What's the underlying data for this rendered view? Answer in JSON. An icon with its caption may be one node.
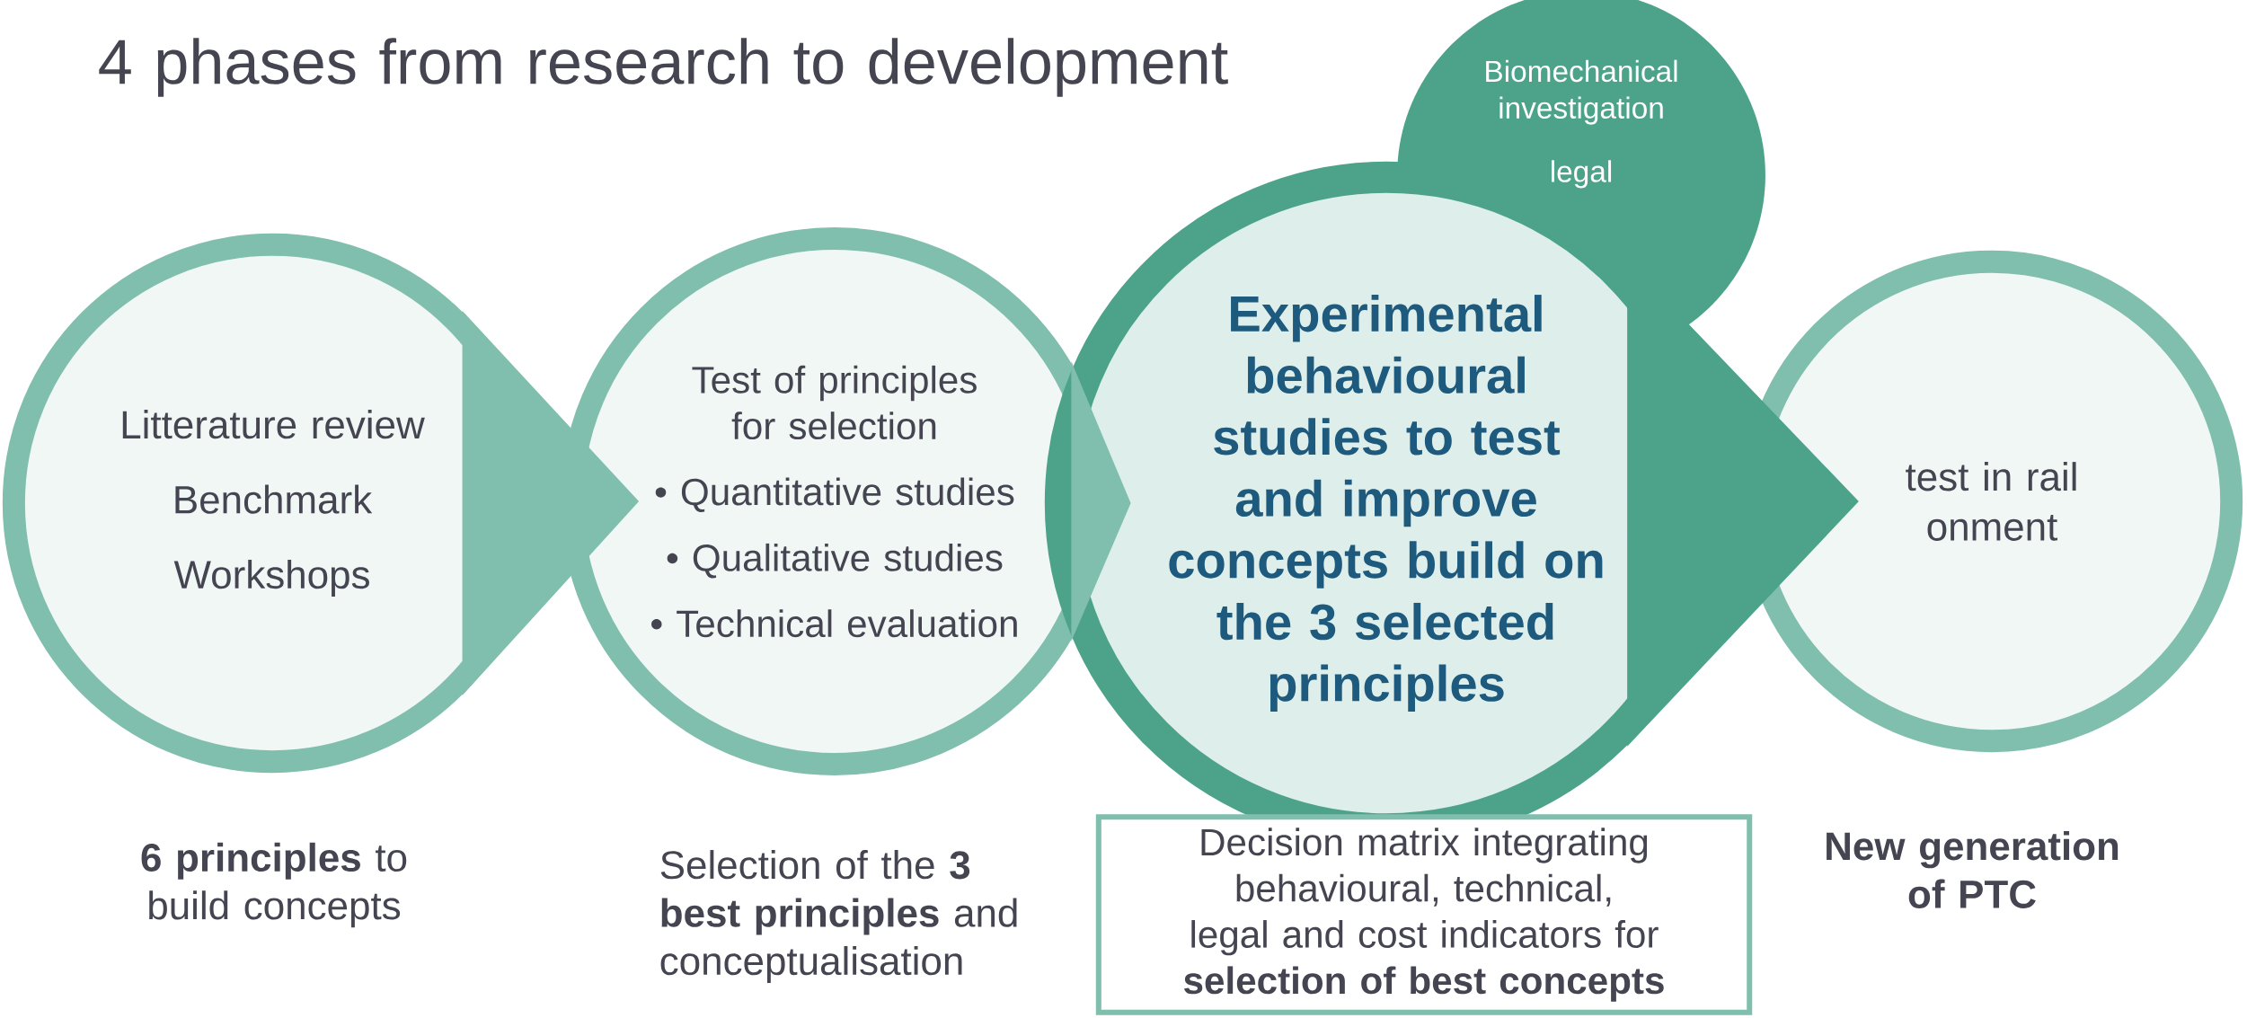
{
  "diagram": {
    "nodes": [
      {
        "text": [
          "Litterature review",
          "Benchmark",
          "Workshops"
        ]
      },
      {
        "text": [
          "Test of principles for selection",
          "• Quantitative studies",
          "• Qualitative studies",
          "• Technical evaluation"
        ]
      },
      {
        "text": [
          "Experimental behavioural studies to test and improve concepts build on the 3 selected principles"
        ]
      },
      {
        "text": [
          "Biomechanical investigation",
          "legal"
        ]
      },
      {
        "text": [
          "test in rail",
          "onment"
        ]
      },
      {
        "text": [
          "Decision matrix integrating behavioural, technical, legal and cost indicators for **selection of best concepts**"
        ]
      }
    ],
    "edges": [
      {
        "from": 0,
        "to": 1,
        "arrow": "to"
      },
      {
        "from": 1,
        "to": 2,
        "arrow": "to"
      },
      {
        "from": 2,
        "to": 4,
        "arrow": "to",
        "color": "#4ca38a"
      }
    ],
    "labels": [
      "4 phases from research to development",
      "**6 principles** to build concepts",
      "Selection of the **3 best principles** and conceptualisation",
      "New generation of PTC"
    ]
  }
}
